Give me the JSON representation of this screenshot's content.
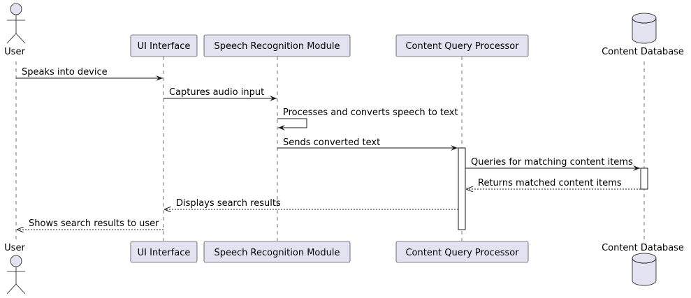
{
  "participants": {
    "user": "User",
    "ui": "UI Interface",
    "speech": "Speech Recognition Module",
    "processor": "Content Query Processor",
    "database": "Content Database"
  },
  "messages": [
    {
      "label": "Speaks into device",
      "from": "user",
      "to": "ui",
      "style": "solid"
    },
    {
      "label": "Captures audio input",
      "from": "ui",
      "to": "speech",
      "style": "solid"
    },
    {
      "label": "Processes and converts speech to text",
      "from": "speech",
      "to": "speech",
      "style": "solid"
    },
    {
      "label": "Sends converted text",
      "from": "speech",
      "to": "processor",
      "style": "solid"
    },
    {
      "label": "Queries for matching content items",
      "from": "processor",
      "to": "database",
      "style": "solid"
    },
    {
      "label": "Returns matched content items",
      "from": "database",
      "to": "processor",
      "style": "dashed"
    },
    {
      "label": "Displays search results",
      "from": "processor",
      "to": "ui",
      "style": "dashed"
    },
    {
      "label": "Shows search results to user",
      "from": "ui",
      "to": "user",
      "style": "dashed"
    }
  ]
}
